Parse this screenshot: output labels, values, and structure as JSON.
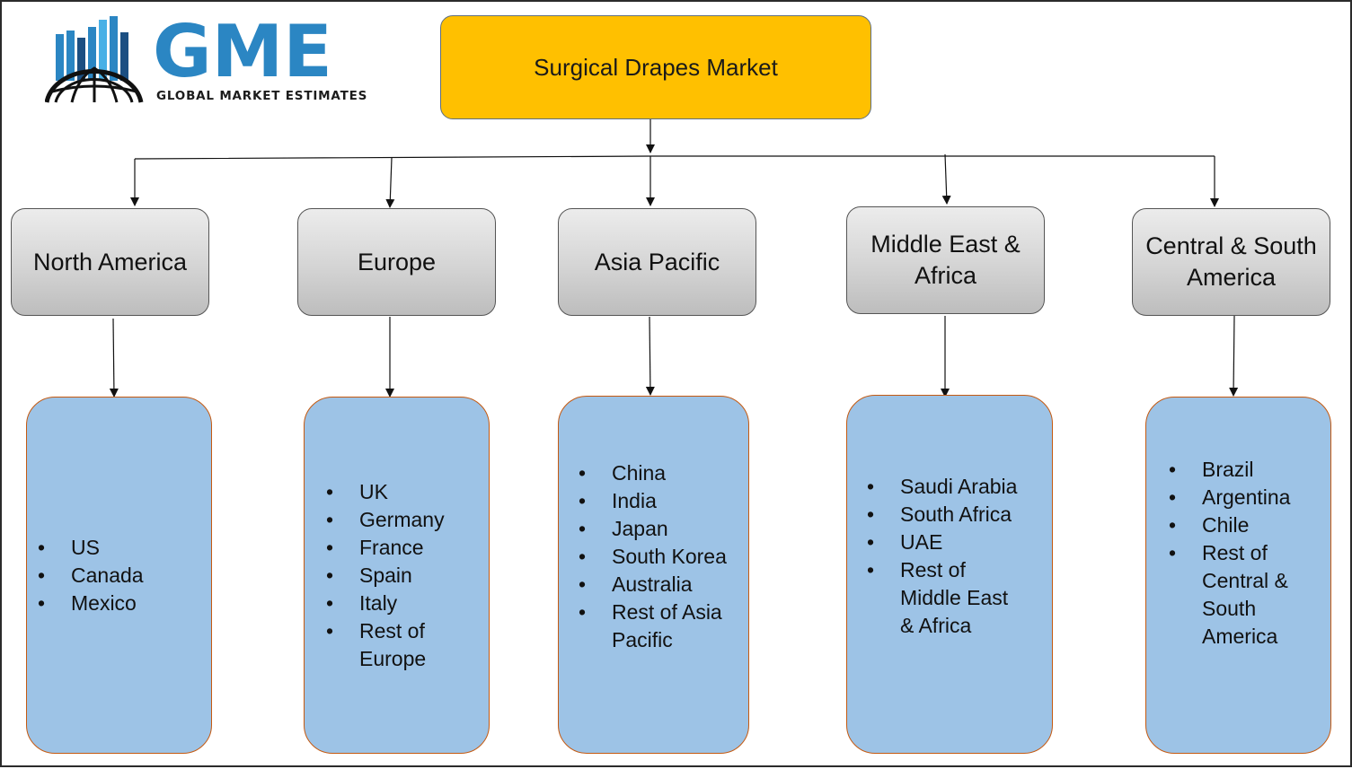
{
  "logo": {
    "brand": "GME",
    "tagline": "GLOBAL MARKET ESTIMATES",
    "icon": "bar-chart-globe-icon"
  },
  "root": {
    "label": "Surgical Drapes Market"
  },
  "colors": {
    "root_fill": "#FFC000",
    "region_fill": "#D0D0D0",
    "country_fill": "#9DC3E6",
    "country_border": "#C55A11",
    "logo_blue": "#2B86C3"
  },
  "regions": [
    {
      "label": "North America",
      "countries": [
        "US",
        "Canada",
        "Mexico"
      ]
    },
    {
      "label": "Europe",
      "countries": [
        "UK",
        "Germany",
        "France",
        "Spain",
        "Italy",
        "Rest of Europe"
      ]
    },
    {
      "label": "Asia Pacific",
      "countries": [
        "China",
        "India",
        "Japan",
        "South Korea",
        "Australia",
        "Rest of Asia Pacific"
      ]
    },
    {
      "label": "Middle East & Africa",
      "countries": [
        "Saudi Arabia",
        "South Africa",
        "UAE",
        "Rest of Middle East & Africa"
      ]
    },
    {
      "label": "Central & South America",
      "countries": [
        "Brazil",
        "Argentina",
        "Chile",
        "Rest of Central & South America"
      ]
    }
  ]
}
